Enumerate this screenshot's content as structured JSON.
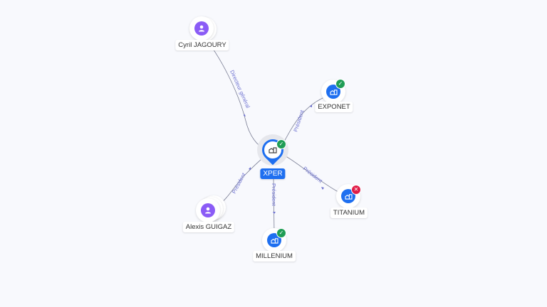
{
  "graph": {
    "center": {
      "name": "XPER",
      "type": "company",
      "status": "active"
    },
    "nodes": [
      {
        "id": "cyril",
        "name": "Cyril JAGOURY",
        "type": "person"
      },
      {
        "id": "exponet",
        "name": "EXPONET",
        "type": "company",
        "status": "active"
      },
      {
        "id": "titanium",
        "name": "TITANIUM",
        "type": "company",
        "status": "closed"
      },
      {
        "id": "millenium",
        "name": "MILLENIUM",
        "type": "company",
        "status": "active"
      },
      {
        "id": "alexis",
        "name": "Alexis GUIGAZ",
        "type": "person"
      }
    ],
    "edges": [
      {
        "from": "cyril",
        "to": "xper",
        "label": "Directeur général"
      },
      {
        "from": "xper",
        "to": "exponet",
        "label": "Président"
      },
      {
        "from": "xper",
        "to": "titanium",
        "label": "Président"
      },
      {
        "from": "xper",
        "to": "millenium",
        "label": "Président"
      },
      {
        "from": "alexis",
        "to": "xper",
        "label": "Président"
      }
    ]
  },
  "colors": {
    "company": "#1e6ff0",
    "person": "#8b5cf6",
    "active": "#1f9d55",
    "closed": "#e11d48",
    "edge": "#7b7f95"
  },
  "icons": {
    "company": "building-icon",
    "person": "user-icon",
    "active": "check-icon",
    "closed": "x-icon"
  }
}
